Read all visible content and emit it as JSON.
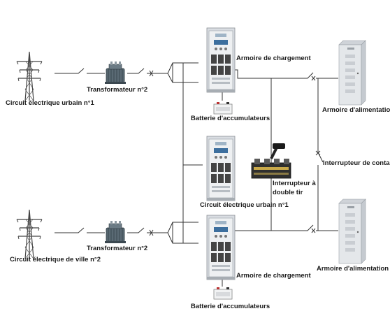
{
  "labels": {
    "grid_1": "Circuit électrique urbain n°1",
    "transformer_1": "Transformateur n°2",
    "charging_cabinet_top": "Armoire de chargement",
    "battery_top": "Batterie d'accumulateurs",
    "supply_cabinet_top": "Armoire d'alimentation",
    "contact_switch": "Interrupteur de contact",
    "double_throw_switch_line1": "Interrupteur à",
    "double_throw_switch_line2": "double tir",
    "middle_cabinet": "Circuit électrique urbain n°1",
    "grid_2": "Circuit électrique de ville n°2",
    "transformer_2": "Transformateur n°2",
    "charging_cabinet_bottom": "Armoire de chargement",
    "supply_cabinet_bottom": "Armoire d'alimentation",
    "battery_bottom": "Batterie d'accumulateurs"
  },
  "icons": {
    "pylon": "transmission-tower-icon",
    "transformer": "transformer-icon",
    "cabinet": "electrical-cabinet-icon",
    "battery": "battery-icon",
    "knife_switch": "knife-switch-icon"
  }
}
